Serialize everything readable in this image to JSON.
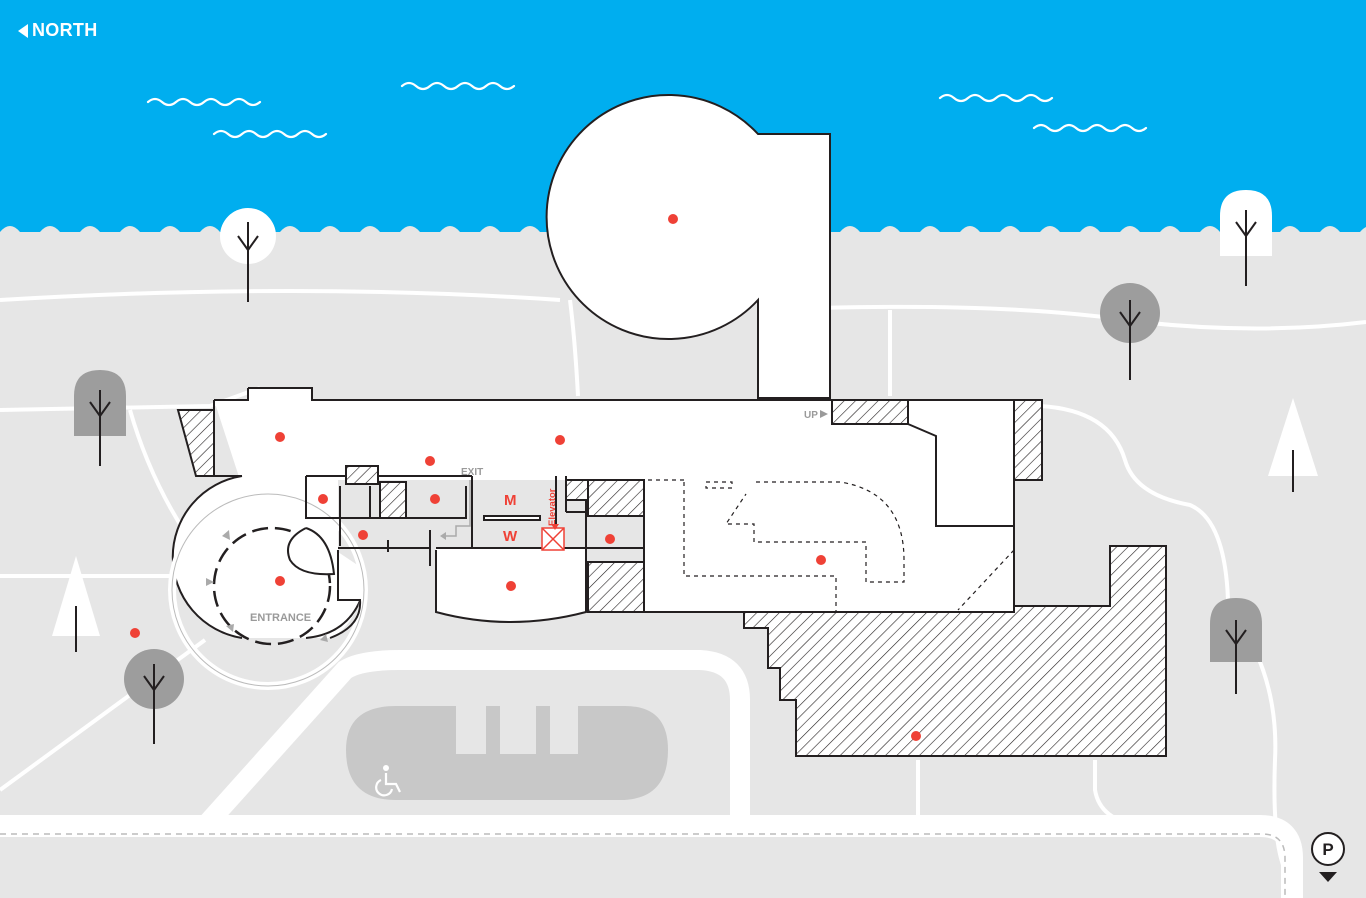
{
  "compass": {
    "label": "NORTH",
    "icon": "arrow-left-icon"
  },
  "labels": {
    "exit": "EXIT",
    "up": "UP",
    "entrance": "ENTRANCE",
    "men": "M",
    "women": "W",
    "elevator": "Elevator"
  },
  "parking_badge": {
    "label": "P",
    "icon": "parking-marker-icon"
  },
  "accessibility": {
    "icon": "wheelchair-icon"
  },
  "colors": {
    "water": "#00aeef",
    "ground": "#e6e6e6",
    "building": "#ffffff",
    "outline": "#231f20",
    "marker": "#ef4136",
    "tree_dark": "#9d9d9d",
    "path": "#ffffff",
    "parking_lot": "#c8c8c8",
    "label_gray": "#9a9a9a"
  }
}
